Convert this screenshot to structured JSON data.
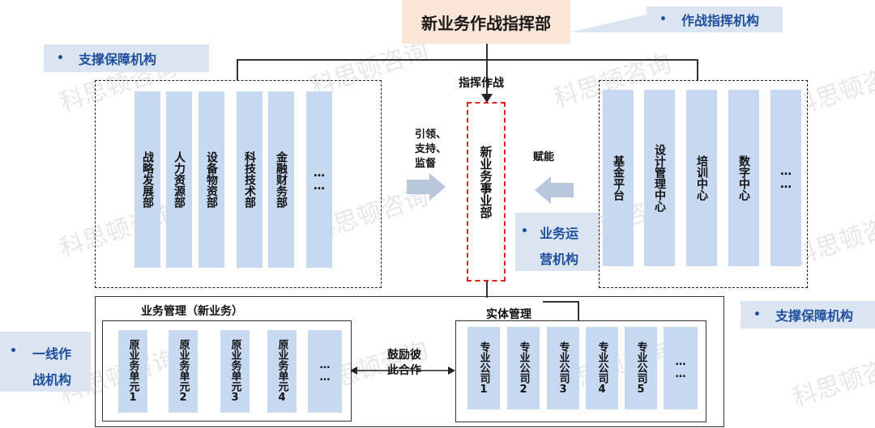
{
  "title": "新业务作战指挥部",
  "tags": {
    "command": "作战指挥机构",
    "support_left": "支撑保障机构",
    "support_right": "支撑保障机构",
    "operation_line1": "业务运",
    "operation_line2": "营机构",
    "frontline_line1": "一线作",
    "frontline_line2": "战机构"
  },
  "center": {
    "top_label": "指挥作战",
    "unit": "新业务事业部",
    "left_arrow_label_lines": [
      "引领、",
      "支持、",
      "监督"
    ],
    "right_arrow_label": "赋能"
  },
  "left_departments": [
    "战略发展部",
    "人力资源部",
    "设备物资部",
    "科技技术部",
    "金融财务部",
    "……"
  ],
  "right_centers": [
    "基金平台",
    "设计管理中心",
    "培训中心",
    "数字中心",
    "……"
  ],
  "bottom": {
    "business_mgmt_title": "业务管理（新业务）",
    "entity_mgmt_title": "实体管理",
    "business_units": [
      "原业务单元1",
      "原业务单元2",
      "原业务单元3",
      "原业务单元4",
      "……"
    ],
    "companies": [
      "专业公司1",
      "专业公司2",
      "专业公司3",
      "专业公司4",
      "专业公司5",
      "……"
    ],
    "middle_label_lines": [
      "鼓励彼",
      "此合作"
    ]
  },
  "watermark": "科思顿咨询",
  "colors": {
    "bar_fill": "#c6d9f1",
    "title_fill": "#fbe5d6",
    "tag_fill": "#dbe5f1",
    "tag_text": "#1f4e9c",
    "center_border": "#e02020",
    "arrow_fill": "#b8c7dc"
  }
}
